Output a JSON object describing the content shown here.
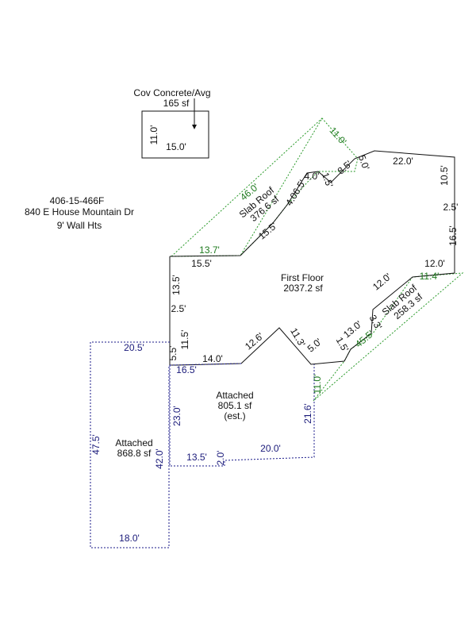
{
  "parcel": {
    "id": "406-15-466F",
    "address": "840 E House Mountain Dr",
    "wall_heights": "9' Wall Hts"
  },
  "cov_concrete": {
    "title": "Cov Concrete/Avg",
    "area": "165 sf",
    "dims": [
      "11.0'",
      "15.0'"
    ]
  },
  "first_floor": {
    "title": "First Floor",
    "area": "2037.2 sf",
    "dims": [
      "22.0'",
      "10.5'",
      "2.5'",
      "16.5'",
      "12.0'",
      "12.0'",
      "13.0'",
      "5.0'",
      "11.3'",
      "12.6'",
      "14.0'",
      "11.5'",
      "2.5'",
      "13.5'",
      "15.5'",
      "15.5'",
      "4.06.5'",
      "4.0'",
      "1.5'",
      "8.5'",
      "5.0'",
      "5.5'",
      "1.5'",
      "3.3'"
    ]
  },
  "slab_roof_1": {
    "title": "Slab Roof",
    "area": "376.6 sf",
    "dims": [
      "46.0'",
      "11.0'",
      "13.7'"
    ]
  },
  "slab_roof_2": {
    "title": "Slab Roof",
    "area": "258.3 sf",
    "dims": [
      "11.4'",
      "45.5'",
      "11.0'"
    ]
  },
  "attached_1": {
    "title": "Attached",
    "area": "805.1 sf",
    "note": "(est.)",
    "dims": [
      "16.5'",
      "23.0'",
      "21.6'",
      "20.0'",
      "13.5'",
      "2.0'"
    ]
  },
  "attached_2": {
    "title": "Attached",
    "area": "868.8 sf",
    "dims": [
      "20.5'",
      "47.5'",
      "42.0'",
      "18.0'"
    ]
  }
}
